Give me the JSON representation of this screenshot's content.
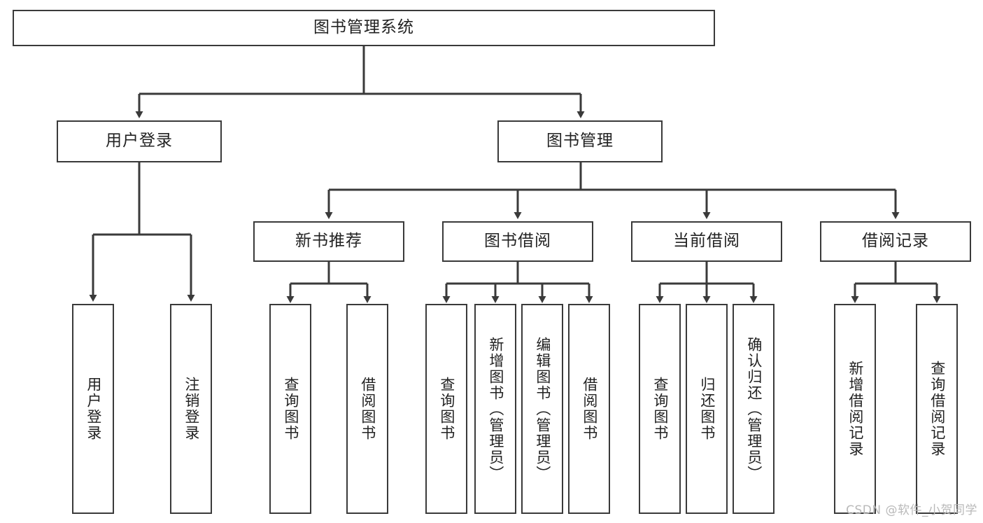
{
  "diagram": {
    "type": "tree",
    "title": "图书管理系统",
    "root": {
      "label": "图书管理系统"
    },
    "level2": [
      {
        "label": "用户登录"
      },
      {
        "label": "图书管理"
      }
    ],
    "level3": [
      {
        "label": "新书推荐"
      },
      {
        "label": "图书借阅"
      },
      {
        "label": "当前借阅"
      },
      {
        "label": "借阅记录"
      }
    ],
    "leaves": {
      "user_login": [
        {
          "label": "用户登录"
        },
        {
          "label": "注销登录"
        }
      ],
      "new_book_recommend": [
        {
          "label": "查询图书"
        },
        {
          "label": "借阅图书"
        }
      ],
      "book_borrow": [
        {
          "label": "查询图书"
        },
        {
          "label": "新增图书（管理员）"
        },
        {
          "label": "编辑图书（管理员）"
        },
        {
          "label": "借阅图书"
        }
      ],
      "current_borrow": [
        {
          "label": "查询图书"
        },
        {
          "label": "归还图书"
        },
        {
          "label": "确认归还（管理员）"
        }
      ],
      "borrow_records": [
        {
          "label": "新增借阅记录"
        },
        {
          "label": "查询借阅记录"
        }
      ]
    }
  },
  "watermark": {
    "text": "CSDN @软件_小贺同学"
  },
  "colors": {
    "stroke": "#3a3a3a",
    "background": "#ffffff",
    "text": "#222222",
    "watermark": "#b9b9b9"
  }
}
